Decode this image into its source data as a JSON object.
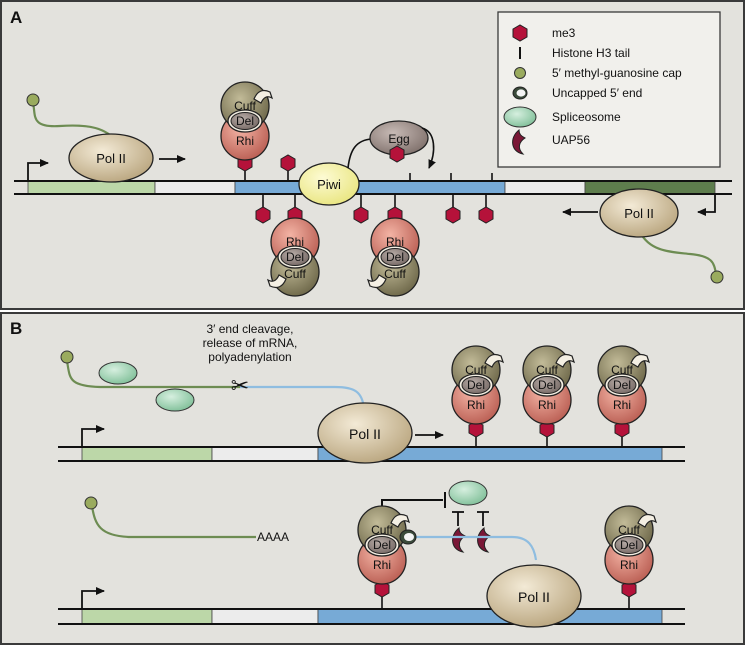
{
  "panels": {
    "a": {
      "label": "A"
    },
    "b": {
      "label": "B"
    }
  },
  "legend": {
    "items": [
      {
        "icon": "me3-hexagon-icon",
        "label": "me3"
      },
      {
        "icon": "histone-h3-tail-icon",
        "label": "Histone H3 tail"
      },
      {
        "icon": "methyl-guanosine-cap-icon",
        "label": "5′ methyl-guanosine cap"
      },
      {
        "icon": "uncapped-end-icon",
        "label": "Uncapped 5′ end"
      },
      {
        "icon": "spliceosome-icon",
        "label": "Spliceosome"
      },
      {
        "icon": "uap56-icon",
        "label": "UAP56"
      }
    ]
  },
  "proteins": {
    "pol2": "Pol II",
    "cuff": "Cuff",
    "del": "Del",
    "rhi": "Rhi",
    "piwi": "Piwi",
    "egg": "Egg"
  },
  "annotations": {
    "cleavage_line1": "3′ end cleavage,",
    "cleavage_line2": "release of mRNA,",
    "cleavage_line3": "polyadenylation",
    "polya": "AAAA"
  },
  "colors": {
    "background": "#e3e2dd",
    "border": "#3a3a3a",
    "dna_blue": "#77aad6",
    "exon_light_green": "#bcd7a8",
    "exon_dark_green": "#5e7d4d",
    "gap_gray": "#e8e8e8",
    "rna_green": "#6d8c52",
    "rna_blue": "#8fbde0",
    "me3_red": "#b5123a",
    "cuff": "#8a8463",
    "del": "#8d7f7b",
    "rhi": "#cf7a6e",
    "pol2": "#d9c9a6",
    "piwi": "#f4f2a6",
    "egg": "#9e8e89",
    "spliceosome": "#9ed2b2",
    "uap56": "#7a1736"
  }
}
